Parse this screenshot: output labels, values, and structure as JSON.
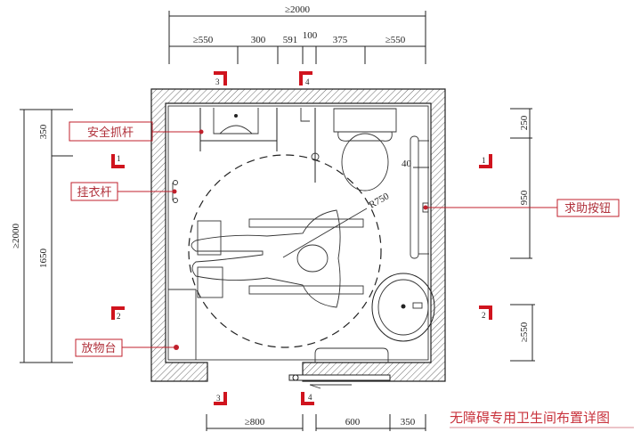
{
  "title": "无障碍专用卫生间布置详图",
  "top_dims": {
    "overall": "≥2000",
    "segments": [
      "≥550",
      "300",
      "591",
      "100",
      "375",
      "≥550"
    ]
  },
  "left_dims": {
    "overall": "≥2000",
    "segments": [
      "350",
      "1650"
    ]
  },
  "right_dims": {
    "segments": [
      "250",
      "950",
      "≥550"
    ]
  },
  "bottom_dims": {
    "segments": [
      "≥800",
      "600",
      "350"
    ]
  },
  "callouts": {
    "grab_bar": "安全抓杆",
    "coat_hook": "挂衣杆",
    "shelf": "放物台",
    "help_button": "求助按钮"
  },
  "annotations": {
    "turn_radius": "R750",
    "bar_gap": "40"
  },
  "section_marks": {
    "s1": "1",
    "s2": "2",
    "s3": "3",
    "s4": "4"
  },
  "colors": {
    "callout": "#b0303a",
    "section": "#d0141e",
    "line": "#222222"
  }
}
